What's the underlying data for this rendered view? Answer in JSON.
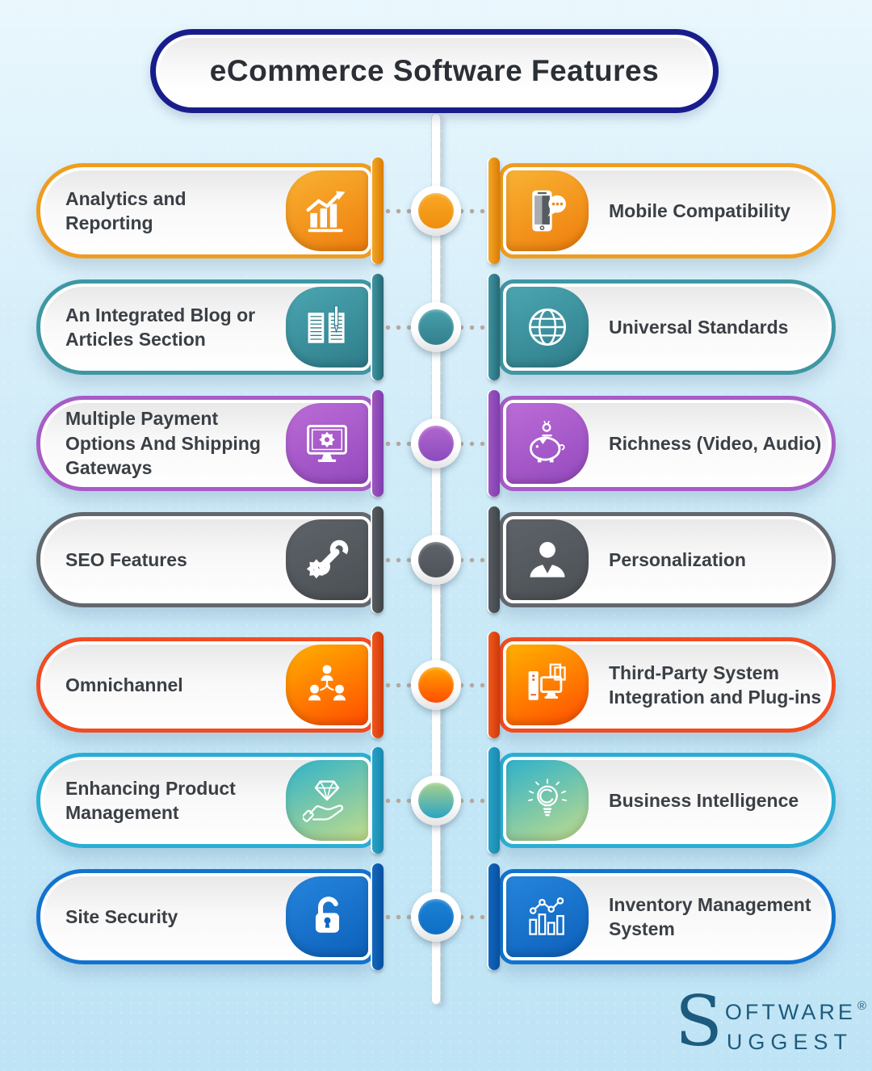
{
  "title": "eCommerce Software Features",
  "brand": {
    "initial": "S",
    "name_top": "OFTWARE",
    "registered": "®",
    "name_bottom": "UGGEST",
    "color": "#1d5b7e"
  },
  "theme": {
    "background_top": "#e9f7fd",
    "background_bottom": "#bfe4f5",
    "title_border": "#191d8c",
    "title_text": "#2b2f36",
    "label_text": "#3b4046",
    "timeline_line": "#ffffff",
    "connector_dots": "#b5a79d"
  },
  "rows": [
    {
      "left": {
        "label": "Analytics and Reporting",
        "icon": "analytics-chart"
      },
      "right": {
        "label": "Mobile Compatibility",
        "icon": "mobile-chat"
      },
      "colors": {
        "border": "#f09c1f",
        "icon_from": "#f9b233",
        "icon_to": "#ee7d0c",
        "node_from": "#f9a825",
        "node_to": "#ef8e0e",
        "spine_from": "#f5a623",
        "spine_to": "#d97b06"
      }
    },
    {
      "left": {
        "label": "An Integrated Blog or Articles Section",
        "icon": "blog-book"
      },
      "right": {
        "label": "Universal Standards",
        "icon": "globe"
      },
      "colors": {
        "border": "#3e97a3",
        "icon_from": "#4ba6b1",
        "icon_to": "#2e7d8a",
        "node_from": "#46a0ab",
        "node_to": "#337f8d",
        "spine_from": "#3d95a1",
        "spine_to": "#276875"
      }
    },
    {
      "left": {
        "label": "Multiple Payment Options And Shipping Gateways",
        "icon": "monitor-gear"
      },
      "right": {
        "label": "Richness (Video, Audio)",
        "icon": "piggy-bank"
      },
      "colors": {
        "border": "#a75cc6",
        "icon_from": "#bb6cd7",
        "icon_to": "#9449bd",
        "node_from": "#b266cf",
        "node_to": "#8a4cbd",
        "spine_from": "#a055c0",
        "spine_to": "#7c3fae"
      }
    },
    {
      "left": {
        "label": "SEO Features",
        "icon": "wrench-gear"
      },
      "right": {
        "label": "Personalization",
        "icon": "person"
      },
      "colors": {
        "border": "#63686e",
        "icon_from": "#5e6369",
        "icon_to": "#4b5055",
        "node_from": "#5e646b",
        "node_to": "#4d5358",
        "spine_from": "#585d63",
        "spine_to": "#3f4449"
      }
    },
    {
      "left": {
        "label": "Omnichannel",
        "icon": "org-users"
      },
      "right": {
        "label": "Third-Party System Integration and Plug-ins",
        "icon": "computer-docs"
      },
      "colors": {
        "border": "#f14c21",
        "icon_from": "#ffb000",
        "icon_to": "#ff4d00",
        "node_from": "#ffa300",
        "node_to": "#ff4d00",
        "spine_from": "#f2571c",
        "spine_to": "#cc3a0a"
      }
    },
    {
      "left": {
        "label": "Enhancing Product Management",
        "icon": "hand-diamond"
      },
      "right": {
        "label": "Business Intelligence",
        "icon": "bulb"
      },
      "colors": {
        "border": "#2aaed4",
        "icon_from": "#2fb2ca",
        "icon_to": "#c3dc8a",
        "node_from": "#a6d18b",
        "node_to": "#2ba4c4",
        "spine_from": "#27a3c9",
        "spine_to": "#1b86ad"
      }
    },
    {
      "left": {
        "label": "Site Security",
        "icon": "padlock-open"
      },
      "right": {
        "label": "Inventory Management System",
        "icon": "inventory-chart"
      },
      "colors": {
        "border": "#1273cf",
        "icon_from": "#2585dc",
        "icon_to": "#0d60ba",
        "node_from": "#1b82d6",
        "node_to": "#0f6ec4",
        "spine_from": "#1068bf",
        "spine_to": "#0a4f9e"
      }
    }
  ]
}
